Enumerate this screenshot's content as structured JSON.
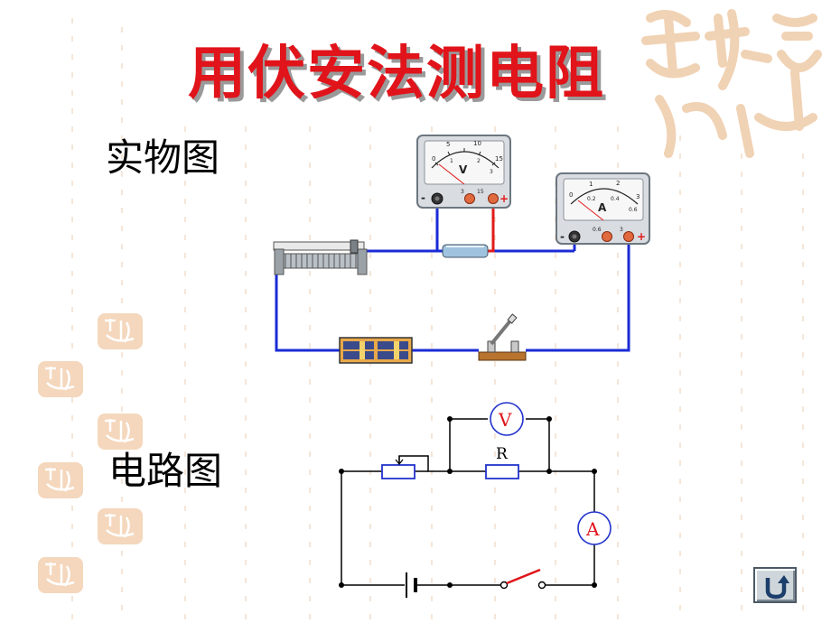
{
  "slide": {
    "title": "用伏安法测电阻",
    "label_physical": "实物图",
    "label_circuit": "电路图"
  },
  "voltmeter": {
    "symbol": "V",
    "scale": [
      "0",
      "5",
      "10",
      "15"
    ],
    "inner_scale": [
      "1",
      "2",
      "3"
    ],
    "terminals": [
      "-",
      "3",
      "15",
      "+"
    ]
  },
  "ammeter": {
    "symbol": "A",
    "scale": [
      "0",
      "1",
      "2",
      "3"
    ],
    "inner_scale": [
      "0.2",
      "0.4",
      "0.6"
    ],
    "terminals": [
      "-",
      "0.6",
      "3",
      "+"
    ]
  },
  "schematic": {
    "voltmeter_symbol": "V",
    "ammeter_symbol": "A",
    "resistor_label": "R"
  },
  "colors": {
    "title": "#e0141a",
    "wire_blue": "#1a2bd6",
    "wire_red": "#e21b1b",
    "schematic_line": "#000000",
    "schematic_component": "#2233cc",
    "schematic_meter": "#e0141a"
  },
  "icons": {
    "back_button": "u-turn-back-arrow-icon",
    "decorative_seal": "auspicious-seal-icon"
  }
}
